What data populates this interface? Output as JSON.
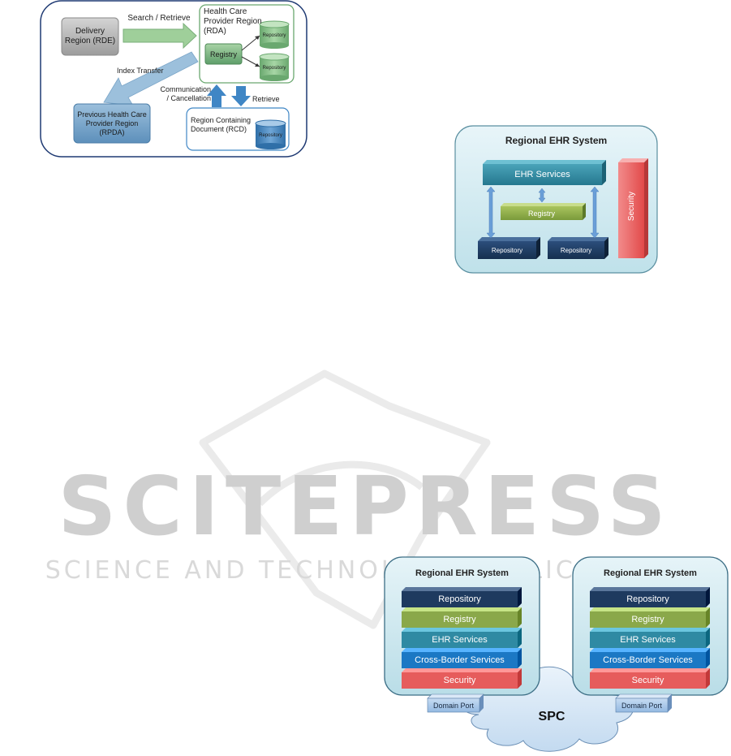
{
  "watermark": {
    "main": "SCITEPRESS",
    "sub": "SCIENCE AND TECHNOLOGY PUBLICATIONS"
  },
  "flow": {
    "delivery_region": "Delivery Region (RDE)",
    "search_retrieve": "Search / Retrieve",
    "hcp_region": "Health Care Provider Region (RDA)",
    "registry": "Registry",
    "repository_top": "Repository",
    "repository_bottom": "Repository",
    "index_transfer": "Index Transfer",
    "communication": "Communication / Cancellation",
    "retrieve": "Retrieve",
    "previous_region": "Previous Health Care Provider Region (RPDA)",
    "rcd_region": "Region Containing Document (RCD)",
    "rcd_repository": "Repository"
  },
  "regional": {
    "title": "Regional EHR System",
    "ehr_services": "EHR Services",
    "registry": "Registry",
    "repository_left": "Repository",
    "repository_right": "Repository",
    "security": "Security"
  },
  "stacks": {
    "left": {
      "title": "Regional EHR System",
      "layers": [
        "Repository",
        "Registry",
        "EHR Services",
        "Cross-Border Services",
        "Security"
      ],
      "port": "Domain Port"
    },
    "right": {
      "title": "Regional EHR System",
      "layers": [
        "Repository",
        "Registry",
        "EHR Services",
        "Cross-Border Services",
        "Security"
      ],
      "port": "Domain Port"
    },
    "cloud": "SPC"
  },
  "colors": {
    "repository": "#1e3a5f",
    "registry": "#8aa84a",
    "ehr_services": "#2f8aa3",
    "cross_border": "#1b78c4",
    "security": "#e65c5c"
  }
}
